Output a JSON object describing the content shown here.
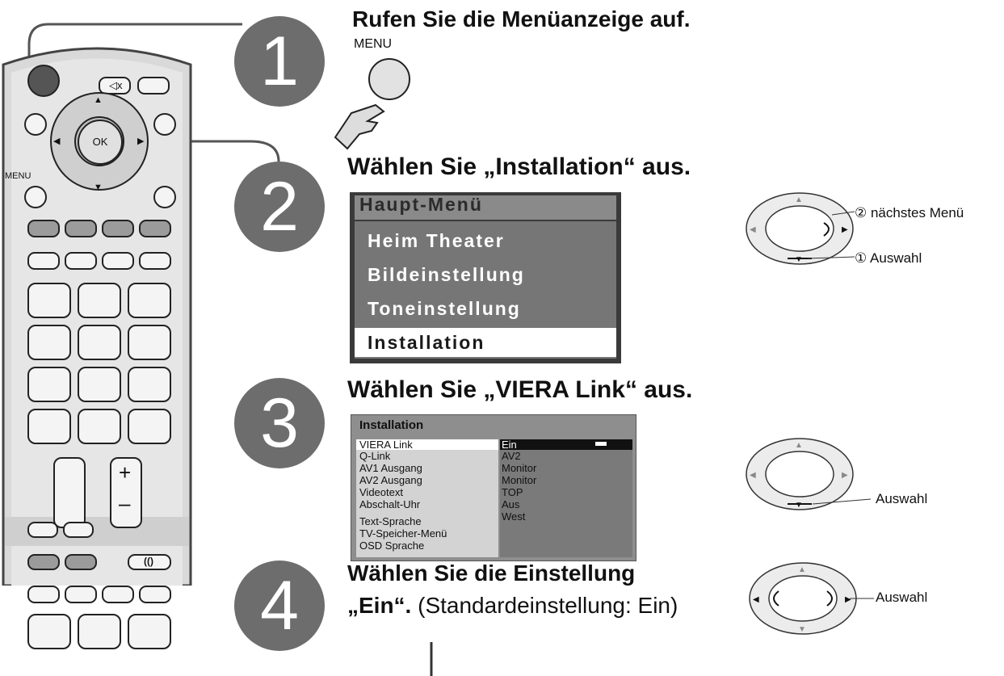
{
  "remote": {
    "menu_label": "MENU",
    "ok_label": "OK",
    "volume_plus": "+",
    "volume_minus": "–"
  },
  "steps": [
    {
      "number": "1",
      "heading": "Rufen Sie die Menüanzeige auf.",
      "sub_label": "MENU"
    },
    {
      "number": "2",
      "heading": "Wählen Sie „Installation“ aus."
    },
    {
      "number": "3",
      "heading": "Wählen Sie „VIERA Link“ aus."
    },
    {
      "number": "4",
      "heading_line1": "Wählen Sie die Einstellung",
      "heading_line2_bold": "„Ein“.",
      "heading_line2_rest": "(Standardeinstellung: Ein)"
    }
  ],
  "main_menu": {
    "title": "Haupt-Menü",
    "items": [
      "Heim Theater",
      "Bildeinstellung",
      "Toneinstellung",
      "Installation"
    ],
    "selected": "Installation"
  },
  "installation_menu": {
    "title": "Installation",
    "items": [
      "VIERA Link",
      "Q-Link",
      "AV1 Ausgang",
      "AV2 Ausgang",
      "Videotext",
      "Abschalt-Uhr",
      "Text-Sprache",
      "TV-Speicher-Menü",
      "OSD Sprache"
    ],
    "values": [
      "Ein",
      "AV2",
      "Monitor",
      "Monitor",
      "TOP",
      "Aus",
      "West"
    ],
    "selected": "VIERA Link"
  },
  "dpad_hints": {
    "step2_next": "② nächstes Menü",
    "step2_select": "① Auswahl",
    "step3_select": "Auswahl",
    "step4_select": "Auswahl"
  }
}
